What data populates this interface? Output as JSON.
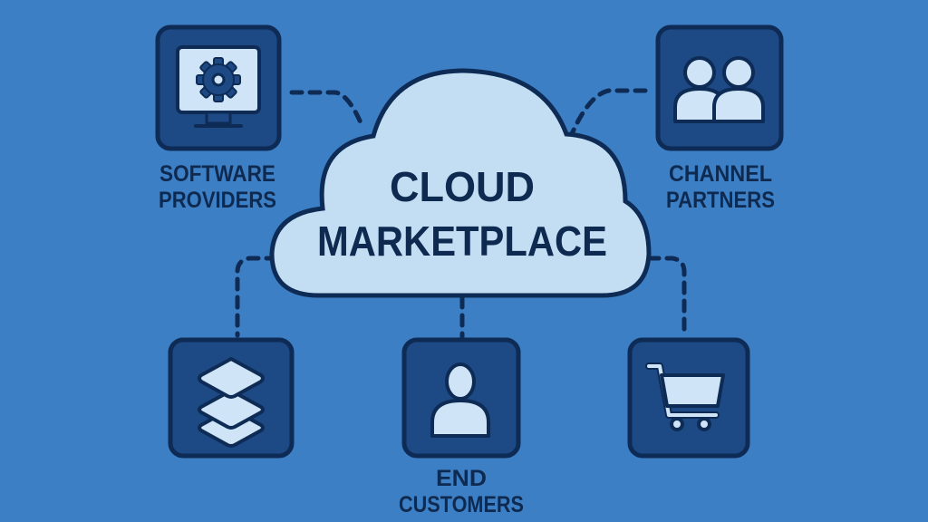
{
  "center": {
    "line1": "CLOUD",
    "line2": "MARKETPLACE"
  },
  "nodes": {
    "software_providers": {
      "line1": "SOFTWARE",
      "line2": "PROVIDERS",
      "icon": "monitor-gear-icon"
    },
    "channel_partners": {
      "line1": "CHANNEL",
      "line2": "PARTNERS",
      "icon": "users-icon"
    },
    "layers": {
      "icon": "layers-icon"
    },
    "end_customers": {
      "line1": "END",
      "line2": "CUSTOMERS",
      "icon": "user-icon"
    },
    "cart": {
      "icon": "shopping-cart-icon"
    }
  },
  "colors": {
    "background": "#3d7fc4",
    "box": "#1d4a85",
    "outline": "#0d2b55",
    "light": "#cfe4f6",
    "text": "#0f2a50"
  }
}
